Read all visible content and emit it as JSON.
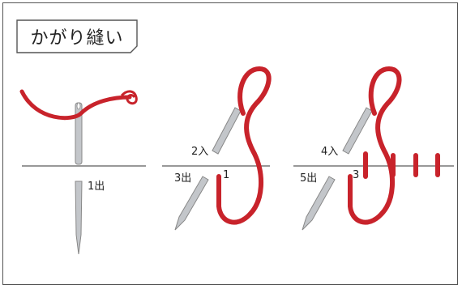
{
  "title": "かがり縫い",
  "colors": {
    "thread": "#c8232b",
    "needle": "#b9bcc0",
    "line": "#777777"
  },
  "steps": {
    "step1": {
      "out": "1出"
    },
    "step2": {
      "in": "2入",
      "out": "3出",
      "num": "1"
    },
    "step3": {
      "in": "4入",
      "out": "5出",
      "num": "3"
    }
  }
}
